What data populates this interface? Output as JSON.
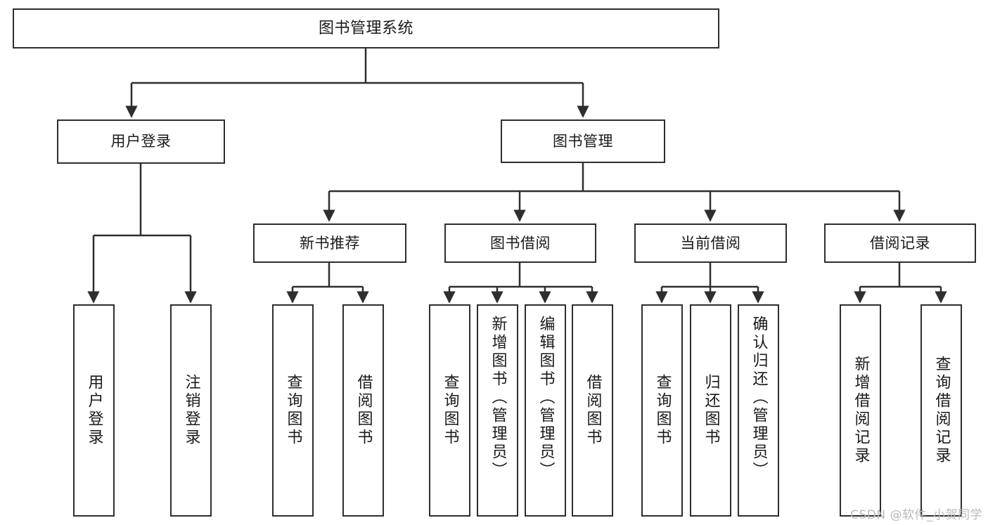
{
  "diagram": {
    "title": "图书管理系统",
    "type": "tree-hierarchy-chart",
    "watermark": "CSDN @软件_小贺同学",
    "colors": {
      "stroke": "#2e2e2e",
      "fill": "#ffffff",
      "text": "#1a1a1a",
      "watermark": "#b9b9b9"
    },
    "nodes": {
      "root": {
        "label": "图书管理系统"
      },
      "level1": [
        {
          "id": "user-login",
          "label": "用户登录"
        },
        {
          "id": "book-management",
          "label": "图书管理"
        }
      ],
      "level2": [
        {
          "id": "new-book-recommend",
          "label": "新书推荐"
        },
        {
          "id": "book-borrow",
          "label": "图书借阅"
        },
        {
          "id": "current-borrow",
          "label": "当前借阅"
        },
        {
          "id": "borrow-record",
          "label": "借阅记录"
        }
      ],
      "leaves": {
        "user-login": [
          {
            "id": "leaf-user-login",
            "label": "用户登录"
          },
          {
            "id": "leaf-logout-login",
            "label": "注销登录"
          }
        ],
        "new-book-recommend": [
          {
            "id": "leaf-query-book-1",
            "label": "查询图书"
          },
          {
            "id": "leaf-borrow-book-1",
            "label": "借阅图书"
          }
        ],
        "book-borrow": [
          {
            "id": "leaf-query-book-2",
            "label": "查询图书"
          },
          {
            "id": "leaf-add-book",
            "label": "新增图书（管理员）"
          },
          {
            "id": "leaf-edit-book",
            "label": "编辑图书（管理员）"
          },
          {
            "id": "leaf-borrow-book-2",
            "label": "借阅图书"
          }
        ],
        "current-borrow": [
          {
            "id": "leaf-query-book-3",
            "label": "查询图书"
          },
          {
            "id": "leaf-return-book",
            "label": "归还图书"
          },
          {
            "id": "leaf-confirm-return",
            "label": "确认归还（管理员）"
          }
        ],
        "borrow-record": [
          {
            "id": "leaf-add-record",
            "label": "新增借阅记录"
          },
          {
            "id": "leaf-query-record",
            "label": "查询借阅记录"
          }
        ]
      }
    }
  }
}
